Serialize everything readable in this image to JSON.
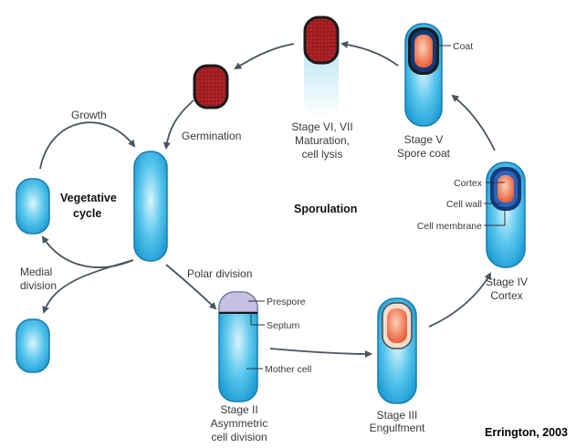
{
  "labels": {
    "growth": "Growth",
    "vegetative_line1": "Vegetative",
    "vegetative_line2": "cycle",
    "medial_line1": "Medial",
    "medial_line2": "division",
    "germination": "Germination",
    "stage67_line1": "Stage VI, VII",
    "stage67_line2": "Maturation,",
    "stage67_line3": "cell lysis",
    "stage5_line1": "Stage V",
    "stage5_line2": "Spore coat",
    "coat": "Coat",
    "sporulation": "Sporulation",
    "cortex": "Cortex",
    "cell_wall": "Cell wall",
    "cell_membrane": "Cell membrane",
    "stage4_line1": "Stage IV",
    "stage4_line2": "Cortex",
    "polar_division": "Polar division",
    "prespore": "Prespore",
    "septum": "Septum",
    "mother_cell": "Mother cell",
    "stage2_line1": "Stage II",
    "stage2_line2": "Asymmetric",
    "stage2_line3": "cell division",
    "stage3_line1": "Stage III",
    "stage3_line2": "Engulfment",
    "credit": "Errington, 2003"
  },
  "colors": {
    "cell_fill": "#4fc3ea",
    "cell_stroke": "#1a7ab0",
    "spore_red": "#a51d22",
    "spore_dark": "#1b1b1b",
    "coat_dark": "#123a7a",
    "cortex_orange": "#e8603a",
    "prespore_lilac": "#c8c0e0",
    "arrow_gray": "#4a5560"
  }
}
